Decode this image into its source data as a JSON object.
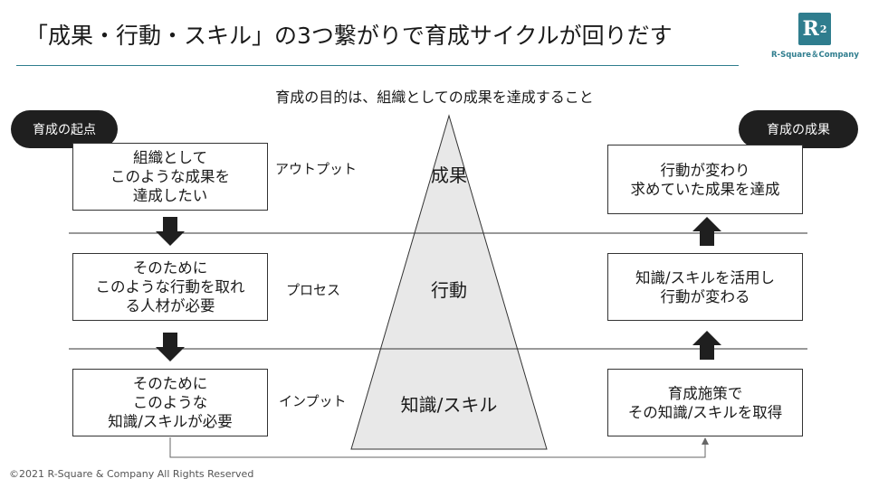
{
  "title": "「成果・行動・スキル」の3つ繋がりで育成サイクルが回りだす",
  "logo": {
    "mark": "R",
    "mark_sup": "2",
    "text": "R-Square＆Company"
  },
  "subtitle": "育成の目的は、組織としての成果を達成すること",
  "left_pill": "育成の起点",
  "right_pill": "育成の成果",
  "left_boxes": [
    "組織として\nこのような成果を\n達成したい",
    "そのために\nこのような行動を取れ\nる人材が必要",
    "そのために\nこのような\n知識/スキルが必要"
  ],
  "stages": [
    "アウトプット",
    "プロセス",
    "インプット"
  ],
  "pyramid_levels": [
    "成果",
    "行動",
    "知識/スキル"
  ],
  "right_boxes": [
    "行動が変わり\n求めていた成果を達成",
    "知識/スキルを活用し\n行動が変わる",
    "育成施策で\nその知識/スキルを取得"
  ],
  "footer": "©2021 R-Square & Company All Rights Reserved",
  "colors": {
    "accent": "#2f7d8e",
    "pyramid_fill": "#e8e8e8",
    "pill": "#1f1f1f"
  }
}
